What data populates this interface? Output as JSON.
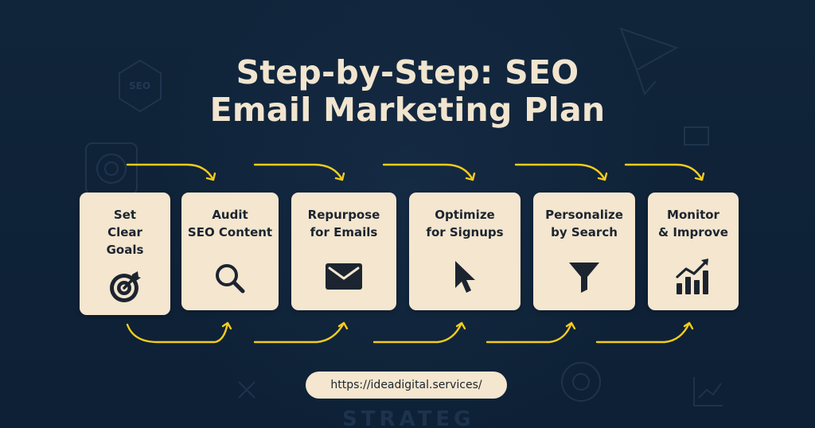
{
  "title": {
    "line1": "Step-by-Step: SEO",
    "line2": "Email Marketing Plan"
  },
  "steps": [
    {
      "label": "Set\nClear\nGoals",
      "icon": "target-icon"
    },
    {
      "label": "Audit\nSEO Content",
      "icon": "magnifier-icon"
    },
    {
      "label": "Repurpose\nfor Emails",
      "icon": "envelope-icon"
    },
    {
      "label": "Optimize\nfor Signups",
      "icon": "cursor-icon"
    },
    {
      "label": "Personalize\nby Search",
      "icon": "funnel-icon"
    },
    {
      "label": "Monitor\n& Improve",
      "icon": "growth-chart-icon"
    }
  ],
  "footer": {
    "url": "https://ideadigital.services/"
  },
  "colors": {
    "background": "#0f2238",
    "card": "#f4e6cf",
    "arrow": "#f5cc1d",
    "text_dark": "#1c2430",
    "title": "#f1e5cf"
  }
}
